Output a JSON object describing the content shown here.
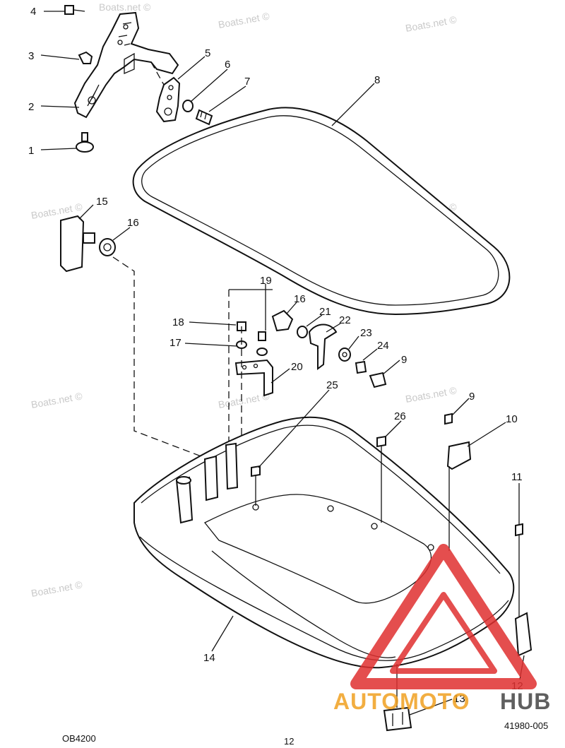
{
  "watermark": {
    "text": "Boats.net ©",
    "logo_text_prefix": "AUTOMOTO",
    "logo_text_suffix": "HUB",
    "logo_color": "#e03030",
    "logo_suffix_color": "#444444"
  },
  "callouts": [
    {
      "id": "c4",
      "text": "4"
    },
    {
      "id": "c3",
      "text": "3"
    },
    {
      "id": "c2",
      "text": "2"
    },
    {
      "id": "c1",
      "text": "1"
    },
    {
      "id": "c5",
      "text": "5"
    },
    {
      "id": "c6",
      "text": "6"
    },
    {
      "id": "c7",
      "text": "7"
    },
    {
      "id": "c8",
      "text": "8"
    },
    {
      "id": "c15",
      "text": "15"
    },
    {
      "id": "c16a",
      "text": "16"
    },
    {
      "id": "c19",
      "text": "19"
    },
    {
      "id": "c16b",
      "text": "16"
    },
    {
      "id": "c18",
      "text": "18"
    },
    {
      "id": "c21",
      "text": "21"
    },
    {
      "id": "c22",
      "text": "22"
    },
    {
      "id": "c17",
      "text": "17"
    },
    {
      "id": "c23",
      "text": "23"
    },
    {
      "id": "c24",
      "text": "24"
    },
    {
      "id": "c9a",
      "text": "9"
    },
    {
      "id": "c20",
      "text": "20"
    },
    {
      "id": "c25",
      "text": "25"
    },
    {
      "id": "c9b",
      "text": "9"
    },
    {
      "id": "c26",
      "text": "26"
    },
    {
      "id": "c10",
      "text": "10"
    },
    {
      "id": "c11",
      "text": "11"
    },
    {
      "id": "c14",
      "text": "14"
    },
    {
      "id": "c12",
      "text": "12"
    },
    {
      "id": "c13",
      "text": "13"
    }
  ],
  "footer": {
    "left_code": "OB4200",
    "right_code": "41980-005",
    "page_number": "12"
  }
}
